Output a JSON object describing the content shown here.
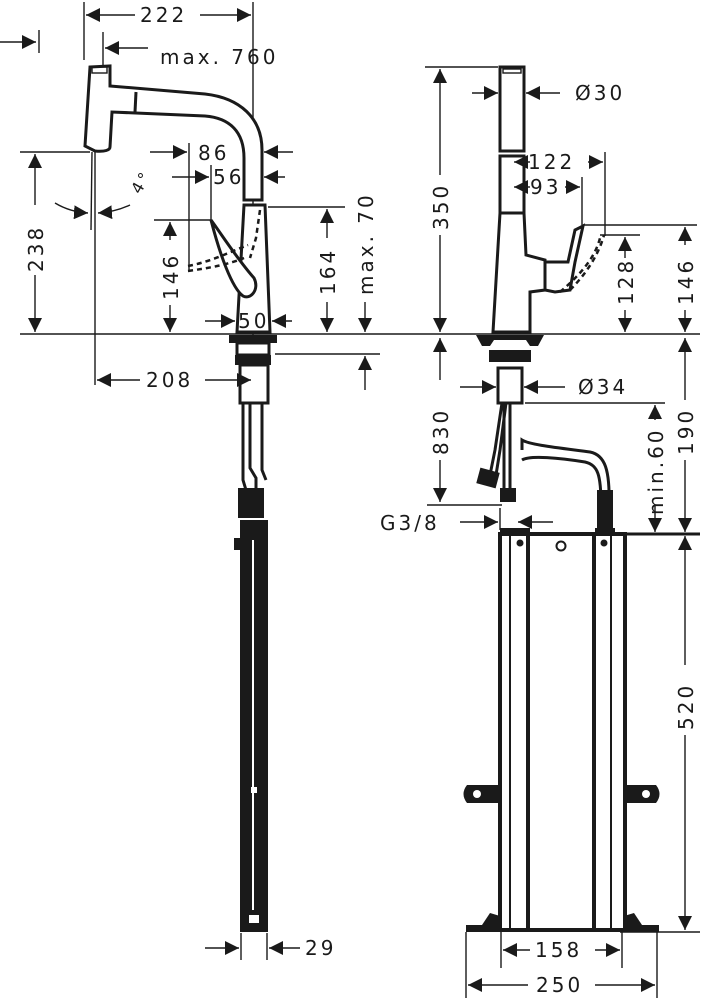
{
  "drawing": {
    "title": "Kitchen mixer pull-out spout dimensional drawing",
    "colors": {
      "line": "#1a1a1a",
      "background": "#ffffff"
    },
    "side_view": {
      "dimensions": {
        "spout_reach": "222",
        "pullout_length": "max. 760",
        "handle_86": "86",
        "handle_56": "56",
        "spray_angle": "4°",
        "outlet_height": "238",
        "handle_height": "146",
        "body_height": "164",
        "deck_thickness": "max. 70",
        "base_diameter": "50",
        "outlet_offset": "208",
        "hose_width": "29"
      }
    },
    "front_view": {
      "dimensions": {
        "total_height": "350",
        "spout_diameter": "Ø30",
        "handle_reach_122": "122",
        "handle_reach_93": "93",
        "handle_height_128": "128",
        "handle_height_146": "146",
        "shank_diameter": "Ø34",
        "supply_length": "830",
        "thread": "G3/8",
        "min_clearance": "min.60",
        "box_offset": "190",
        "box_height": "520",
        "box_inner_width": "158",
        "box_outer_width": "250"
      }
    }
  }
}
